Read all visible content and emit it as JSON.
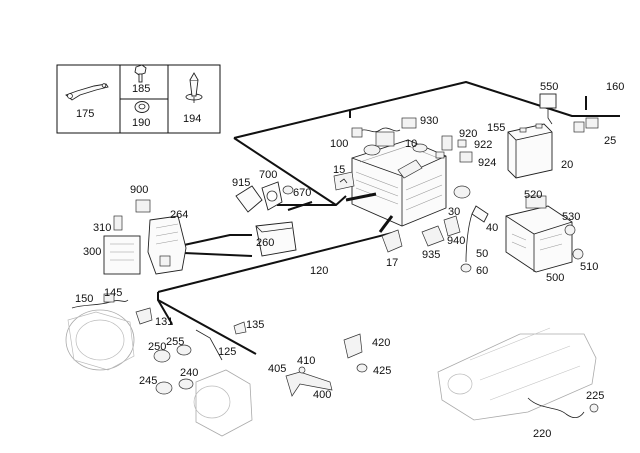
{
  "diagram": {
    "inset_labels": [
      "175",
      "185",
      "190",
      "194"
    ],
    "callouts": [
      {
        "id": "c930",
        "text": "930"
      },
      {
        "id": "c920",
        "text": "920"
      },
      {
        "id": "c922",
        "text": "922"
      },
      {
        "id": "c924",
        "text": "924"
      },
      {
        "id": "c550",
        "text": "550"
      },
      {
        "id": "c160",
        "text": "160"
      },
      {
        "id": "c155",
        "text": "155"
      },
      {
        "id": "c25",
        "text": "25"
      },
      {
        "id": "c20",
        "text": "20"
      },
      {
        "id": "c100",
        "text": "100"
      },
      {
        "id": "c10",
        "text": "10"
      },
      {
        "id": "c15",
        "text": "15"
      },
      {
        "id": "c700",
        "text": "700"
      },
      {
        "id": "c915",
        "text": "915"
      },
      {
        "id": "c670",
        "text": "670"
      },
      {
        "id": "c900",
        "text": "900"
      },
      {
        "id": "c264",
        "text": "264"
      },
      {
        "id": "c310",
        "text": "310"
      },
      {
        "id": "c260",
        "text": "260"
      },
      {
        "id": "c300",
        "text": "300"
      },
      {
        "id": "c120",
        "text": "120"
      },
      {
        "id": "c17",
        "text": "17"
      },
      {
        "id": "c935",
        "text": "935"
      },
      {
        "id": "c30",
        "text": "30"
      },
      {
        "id": "c940",
        "text": "940"
      },
      {
        "id": "c40",
        "text": "40"
      },
      {
        "id": "c50",
        "text": "50"
      },
      {
        "id": "c60",
        "text": "60"
      },
      {
        "id": "c520",
        "text": "520"
      },
      {
        "id": "c530",
        "text": "530"
      },
      {
        "id": "c500",
        "text": "500"
      },
      {
        "id": "c510",
        "text": "510"
      },
      {
        "id": "c150",
        "text": "150"
      },
      {
        "id": "c145",
        "text": "145"
      },
      {
        "id": "c131",
        "text": "131"
      },
      {
        "id": "c135",
        "text": "135"
      },
      {
        "id": "c250",
        "text": "250"
      },
      {
        "id": "c255",
        "text": "255"
      },
      {
        "id": "c125",
        "text": "125"
      },
      {
        "id": "c245",
        "text": "245"
      },
      {
        "id": "c240",
        "text": "240"
      },
      {
        "id": "c405",
        "text": "405"
      },
      {
        "id": "c410",
        "text": "410"
      },
      {
        "id": "c400",
        "text": "400"
      },
      {
        "id": "c420",
        "text": "420"
      },
      {
        "id": "c425",
        "text": "425"
      },
      {
        "id": "c225",
        "text": "225"
      },
      {
        "id": "c220",
        "text": "220"
      }
    ]
  }
}
